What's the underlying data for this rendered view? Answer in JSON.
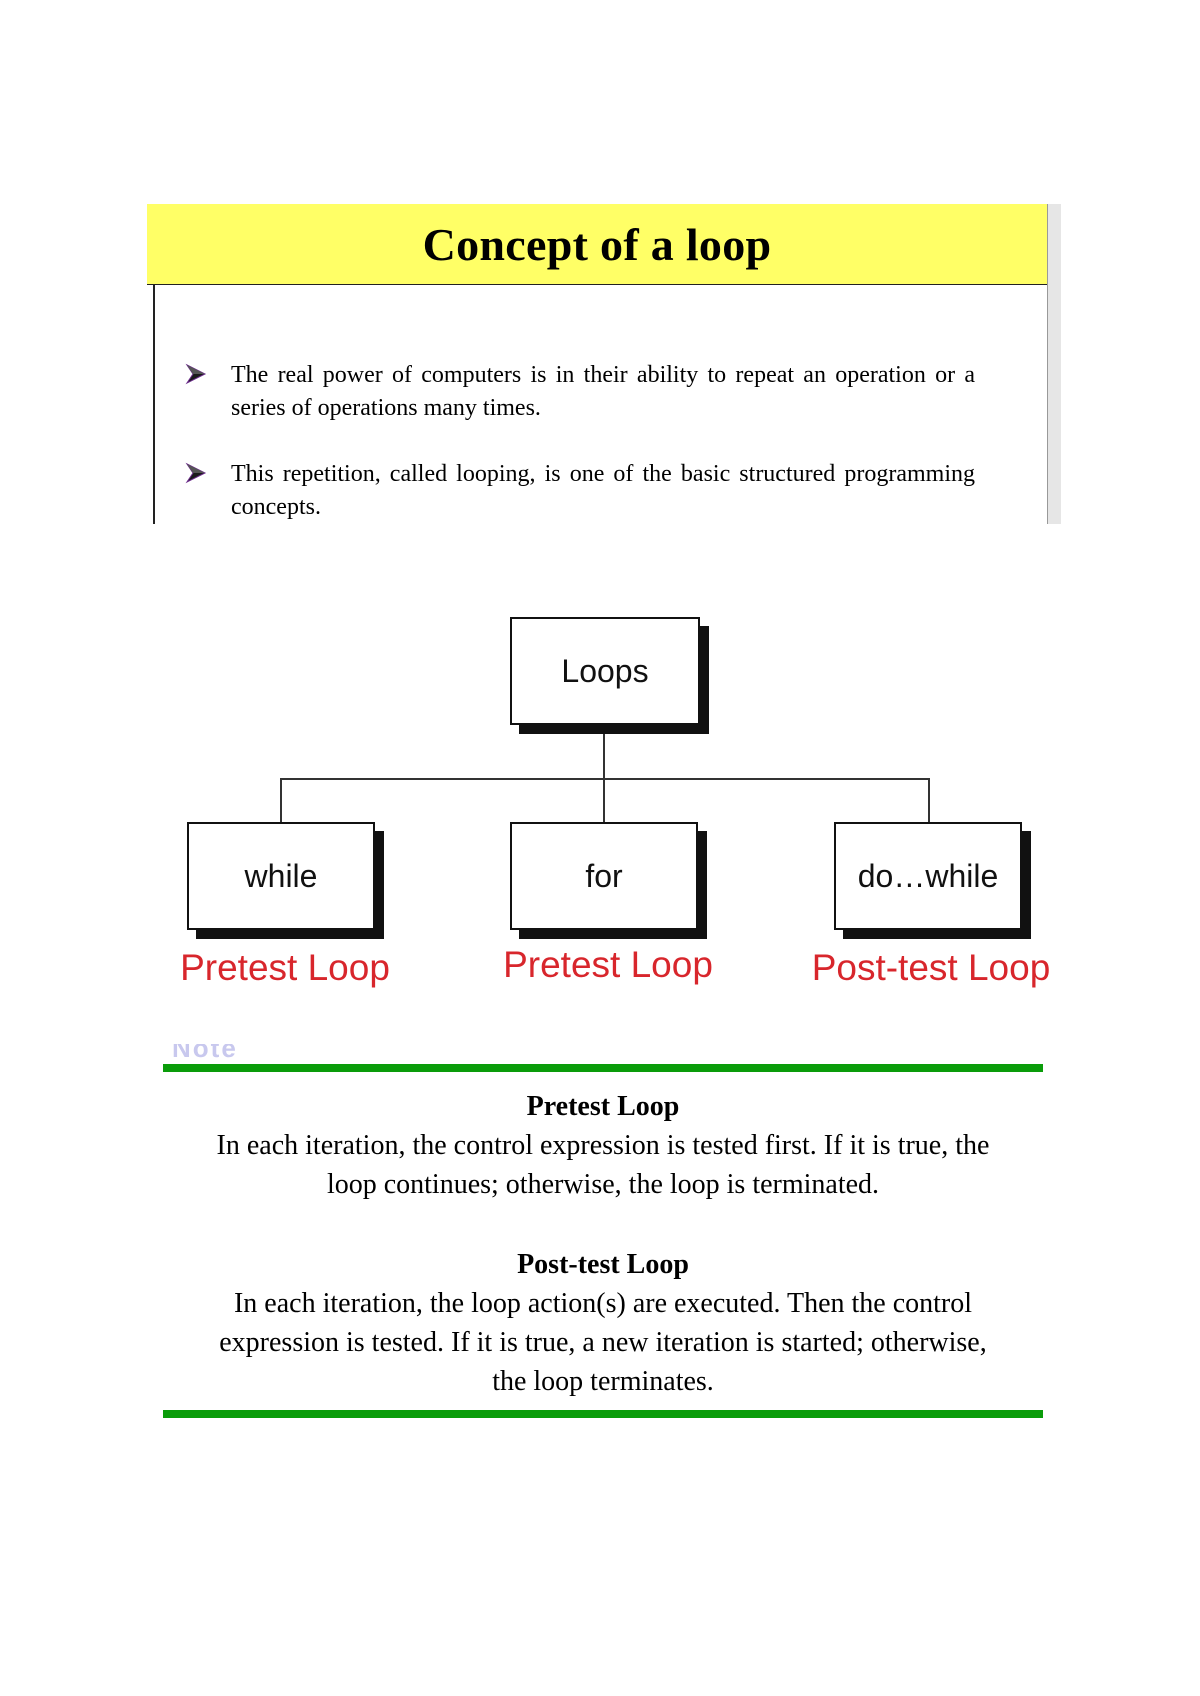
{
  "slide": {
    "title": "Concept of a loop",
    "bullets": [
      {
        "icon": "arrow-bullet-icon",
        "text": "The real power of computers is in their ability to repeat an operation or a series of operations many times."
      },
      {
        "icon": "arrow-bullet-icon",
        "text": "This repetition, called looping, is one of the basic structured programming concepts."
      }
    ]
  },
  "diagram": {
    "root": "Loops",
    "children": [
      {
        "label": "while",
        "kind": "Pretest Loop"
      },
      {
        "label": "for",
        "kind": "Pretest Loop"
      },
      {
        "label": "do…while",
        "kind": "Post-test Loop"
      }
    ]
  },
  "definitions": [
    {
      "title": "Pretest Loop",
      "text": "In each iteration, the control expression is tested first. If it is true, the loop continues; otherwise, the loop is terminated."
    },
    {
      "title": "Post-test Loop",
      "text": "In each iteration, the loop action(s) are executed. Then the control expression is tested. If it is true, a new iteration is started; otherwise, the loop terminates."
    }
  ],
  "colors": {
    "title_bar": "#ffff66",
    "kind_label": "#d8262c",
    "rule": "#0a9c0a"
  }
}
